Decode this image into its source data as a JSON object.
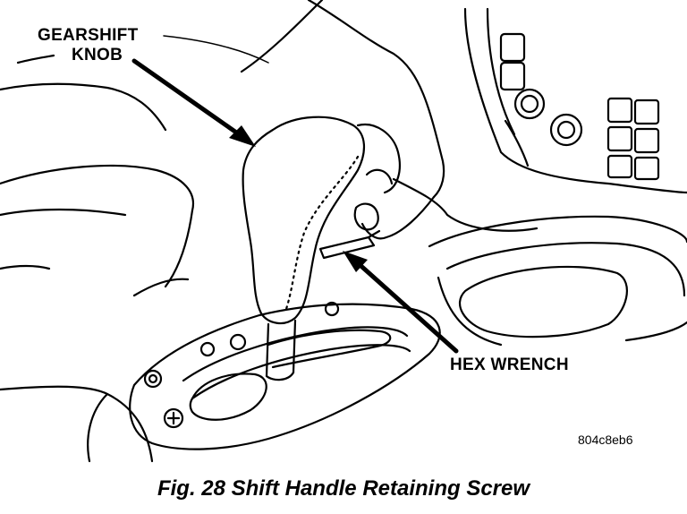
{
  "labels": {
    "knob_line1": "GEARSHIFT",
    "knob_line2": "KNOB",
    "hex": "HEX WRENCH",
    "drawing_code": "804c8eb6"
  },
  "caption": "Fig. 28 Shift Handle Retaining Screw"
}
